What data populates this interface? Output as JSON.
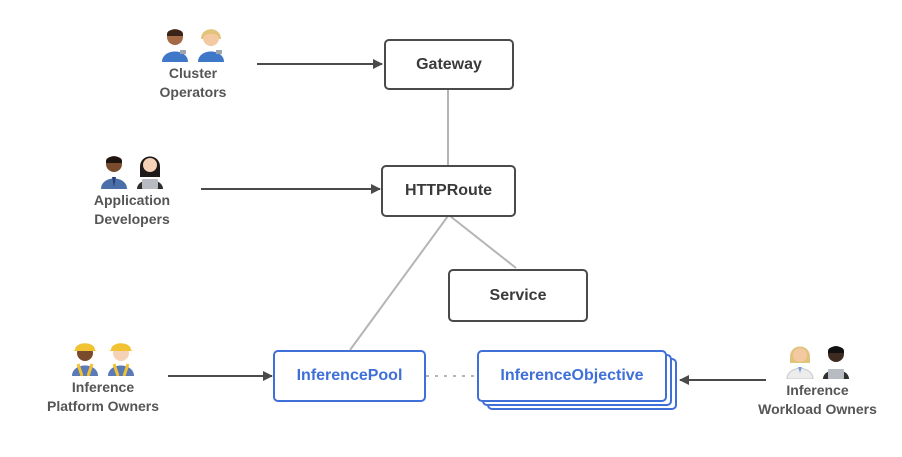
{
  "nodes": {
    "gateway": "Gateway",
    "httproute": "HTTPRoute",
    "service": "Service",
    "inference_pool": "InferencePool",
    "inference_objective": "InferenceObjective"
  },
  "personas": {
    "cluster_operators": {
      "line1": "Cluster",
      "line2": "Operators",
      "icons": [
        "technologist-man-icon",
        "technologist-woman-icon"
      ]
    },
    "application_developers": {
      "line1": "Application",
      "line2": "Developers",
      "icons": [
        "office-worker-man-icon",
        "laptop-woman-icon"
      ]
    },
    "inference_platform_owners": {
      "line1": "Inference",
      "line2": "Platform Owners",
      "icons": [
        "construction-worker-woman-icon",
        "construction-worker-man-icon"
      ]
    },
    "inference_workload_owners": {
      "line1": "Inference",
      "line2": "Workload Owners",
      "icons": [
        "scientist-woman-icon",
        "laptop-man-icon"
      ]
    }
  },
  "colors": {
    "box_border": "#4a4a4a",
    "accent_blue": "#3f6fd8",
    "connector_gray": "#b5b5b5",
    "arrow": "#4a4a4a",
    "label": "#555555"
  }
}
